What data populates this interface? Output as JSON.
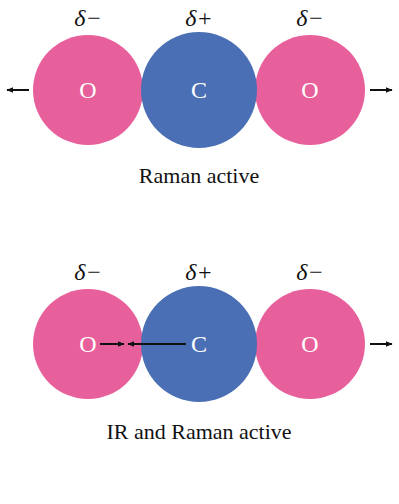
{
  "diagram": {
    "nodes": [
      {
        "text": [
          "O"
        ]
      },
      {
        "text": [
          "C"
        ]
      },
      {
        "text": [
          "O"
        ]
      },
      {
        "text": [
          "O"
        ]
      },
      {
        "text": [
          "C"
        ]
      },
      {
        "text": [
          "O"
        ]
      }
    ],
    "labels": [
      "δ−",
      "δ+",
      "δ−",
      "Raman active",
      "δ−",
      "δ+",
      "δ−",
      "IR and Raman active"
    ]
  }
}
